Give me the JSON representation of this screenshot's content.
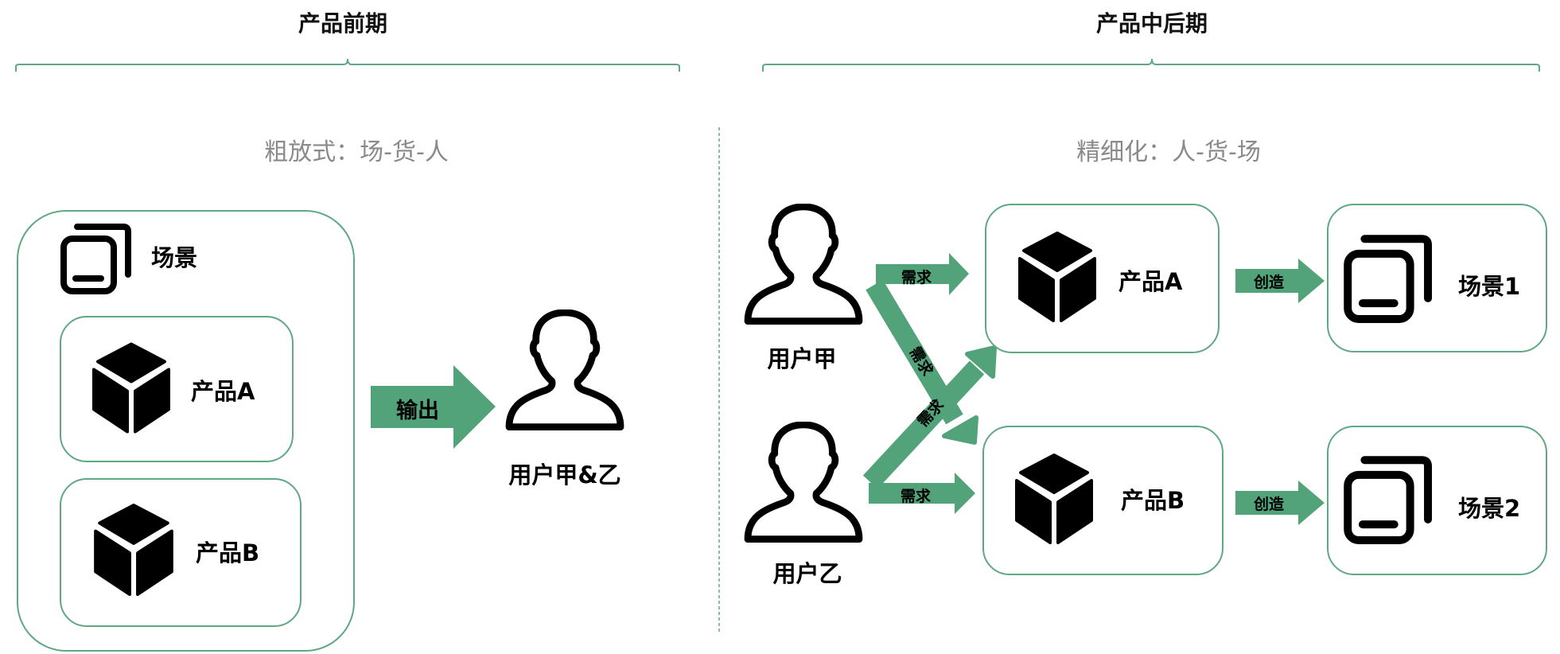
{
  "colors": {
    "accent": "#52a27a",
    "border": "#5fa883",
    "subtitle": "#8a8a8a",
    "divider": "#5fa883"
  },
  "left": {
    "phase_title": "产品前期",
    "subtitle": "粗放式：场-货-人",
    "scene_label": "场景",
    "product_a": "产品A",
    "product_b": "产品B",
    "arrow_label": "输出",
    "user_label": "用户甲&乙"
  },
  "right": {
    "phase_title": "产品中后期",
    "subtitle": "精细化：人-货-场",
    "user_a": "用户甲",
    "user_b": "用户乙",
    "demand_label": "需求",
    "product_a": "产品A",
    "product_b": "产品B",
    "create_label": "创造",
    "scene_1": "场景1",
    "scene_2": "场景2"
  },
  "icons": {
    "scene": "scene-window-icon",
    "product": "cube-icon",
    "user": "user-outline-icon"
  }
}
